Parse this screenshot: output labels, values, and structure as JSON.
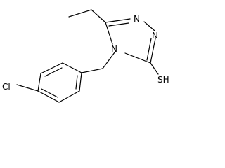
{
  "molecule": {
    "atoms": {
      "n1": "N",
      "n2": "N",
      "n4": "N",
      "cl": "Cl",
      "sh": "SH"
    }
  }
}
